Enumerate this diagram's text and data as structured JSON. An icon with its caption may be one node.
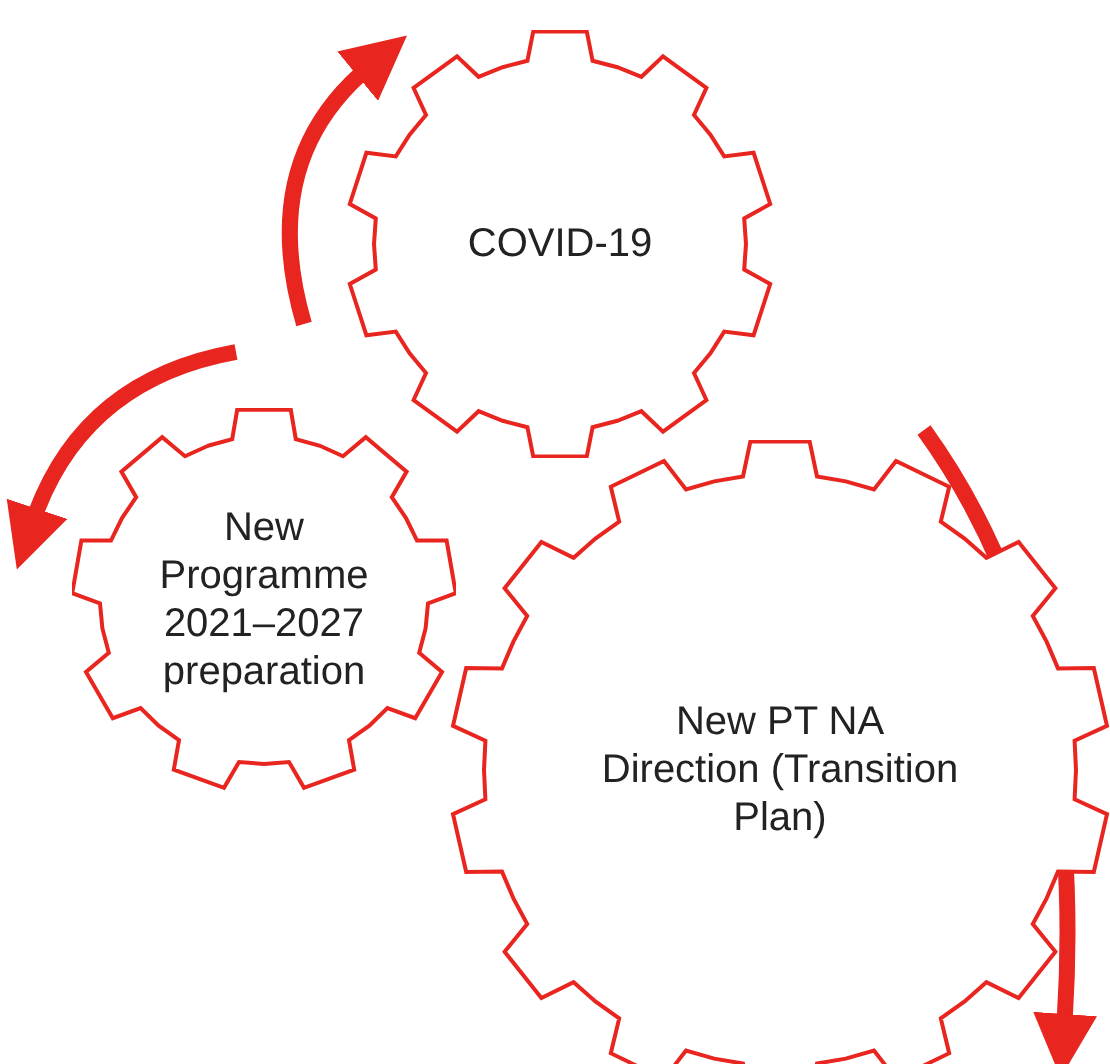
{
  "diagram": {
    "nodes": [
      {
        "text": [
          "COVID-19"
        ]
      },
      {
        "text": [
          "New Programme 2021–2027 preparation"
        ]
      },
      {
        "text": [
          "New PT NA Direction (Transition Plan)"
        ]
      }
    ]
  }
}
